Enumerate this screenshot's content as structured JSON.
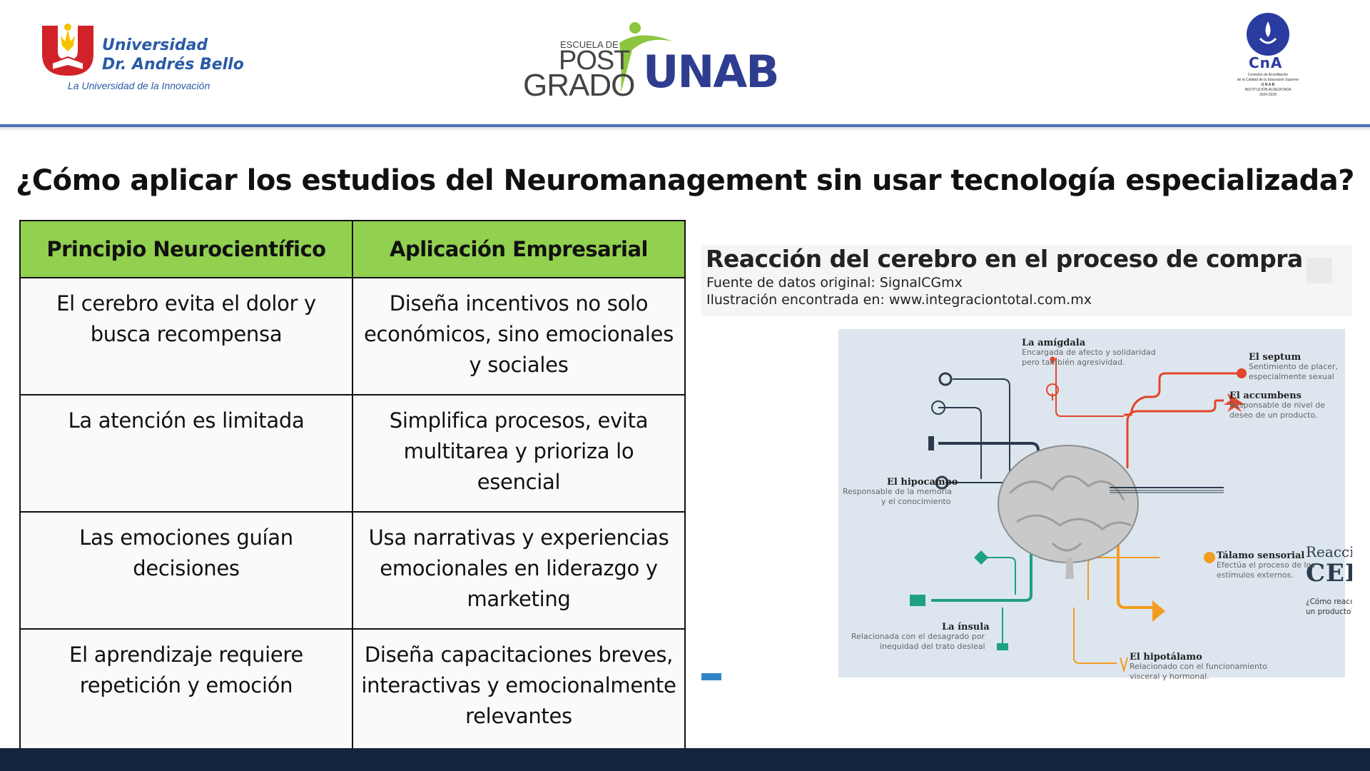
{
  "header": {
    "logo_left": {
      "university_line1": "Universidad",
      "university_line2": "Dr. Andrés Bello",
      "tagline": "La Universidad de la Innovación"
    },
    "logo_center": {
      "small": "ESCUELA DE",
      "post": "POST",
      "grado": "GRADO",
      "unab": "UNAB"
    },
    "logo_right": {
      "acronym": "CnA",
      "line1": "Comisión de Acreditación",
      "line2": "de la Calidad de la Educación Superior",
      "line3": "U N A B",
      "line4": "INSTITUCIÓN ACREDITADA",
      "line5": "2024-2029"
    }
  },
  "slide": {
    "title": "¿Cómo aplicar los estudios del Neuromanagement sin usar tecnología especializada?"
  },
  "table": {
    "headers": [
      "Principio Neurocientífico",
      "Aplicación Empresarial"
    ],
    "rows": [
      [
        "El cerebro evita el dolor y busca recompensa",
        "Diseña incentivos no solo económicos, sino emocionales y sociales"
      ],
      [
        "La atención es limitada",
        "Simplifica procesos, evita multitarea y prioriza lo esencial"
      ],
      [
        "Las emociones guían decisiones",
        "Usa narrativas y experiencias emocionales en liderazgo y marketing"
      ],
      [
        "El aprendizaje requiere repetición y emoción",
        "Diseña capacitaciones breves, interactivas y emocionalmente relevantes"
      ]
    ]
  },
  "infographic": {
    "title": "Reacción del cerebro en el proceso de compra",
    "source_line1": "Fuente de datos original: SignalCGmx",
    "source_line2": "Ilustración encontrada en: www.integraciontotal.com.mx",
    "heading_small": "Reacción del",
    "heading_big": "CEREBRO",
    "question_line1": "¿Cómo reaccionamos cuando deseamos comprar",
    "question_line2": "un producto? ¿Qué sucede en nuestro cerebro?",
    "labels": {
      "amigdala": {
        "name": "La amígdala",
        "d1": "Encargada de afecto y solidaridad",
        "d2": "pero también agresividad."
      },
      "septum": {
        "name": "El septum",
        "d1": "Sentimiento de placer,",
        "d2": "especialmente sexual"
      },
      "accumbens": {
        "name": "El accumbens",
        "d1": "Responsable de nivel de",
        "d2": "deseo de un producto."
      },
      "hipocampo": {
        "name": "El hipocampo",
        "d1": "Responsable de la memoria",
        "d2": "y el conocimiento"
      },
      "talamo": {
        "name": "Tálamo sensorial",
        "d1": "Efectúa el proceso de los",
        "d2": "estímulos externos."
      },
      "insula": {
        "name": "La ínsula",
        "d1": "Relacionada con el desagrado por",
        "d2": "inequidad del trato desleal"
      },
      "hipotalamo": {
        "name": "El hipotálamo",
        "d1": "Relacionado con el funcionamiento",
        "d2": "visceral y hormonal."
      }
    },
    "colors": {
      "red": "#e2452b",
      "orange": "#f29c1f",
      "teal": "#1fa085",
      "navy": "#2b3a4d"
    }
  },
  "colors": {
    "table_header": "#92d050",
    "header_rule": "#4a72b8",
    "footer": "#13243d"
  }
}
